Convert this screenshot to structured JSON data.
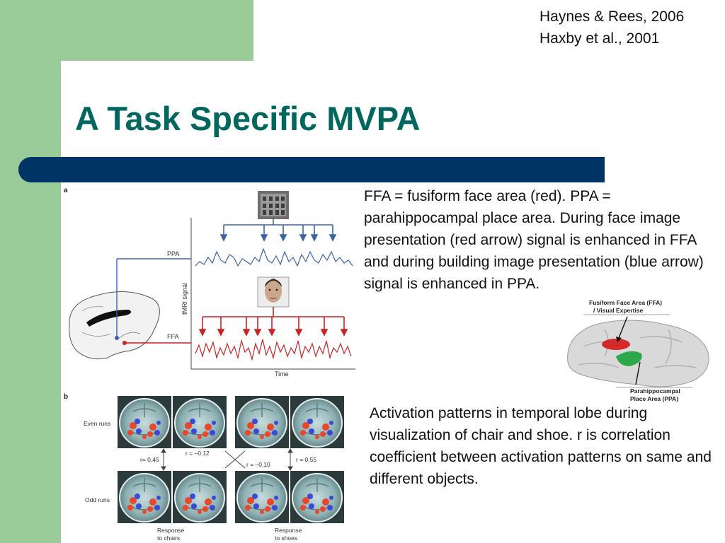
{
  "slide": {
    "citation_line1": "Haynes & Rees, 2006",
    "citation_line2": "Haxby et al., 2001",
    "title": "A Task Specific MVPA",
    "description_top": "FFA = fusiform face area (red). PPA = parahippocampal place area. During face image presentation (red arrow) signal is enhanced in FFA and during building image presentation (blue arrow) signal is enhanced in PPA.",
    "description_bottom": "Activation patterns in temporal lobe during visualization of chair and shoe. r is correlation coefficient between activation patterns on same and different objects."
  },
  "figure_a": {
    "panel_label": "a",
    "ppa_label": "PPA",
    "ffa_label": "FFA",
    "y_axis_label": "fMRI signal",
    "x_axis_label": "Time"
  },
  "brain_inset": {
    "ffa_label_line1": "Fusiform Face Area (FFA)",
    "ffa_label_line2": "/ Visual Expertise",
    "ppa_label_line1": "Parahippocampal",
    "ppa_label_line2": "Place Area (PPA)"
  },
  "figure_b": {
    "panel_label": "b",
    "even_runs": "Even runs",
    "odd_runs": "Odd runs",
    "r_chairs": "r= 0.45",
    "r_cross_1": "r = –0.12",
    "r_cross_2": "r = –0.10",
    "r_shoes": "r = 0.55",
    "response_chairs_1": "Response",
    "response_chairs_2": "to chairs",
    "response_shoes_1": "Response",
    "response_shoes_2": "to shoes"
  },
  "colors": {
    "green": "#99cc99",
    "title": "#00665e",
    "bar": "#003366",
    "ppa_blue": "#3a64a8",
    "ffa_red": "#cc2222"
  }
}
